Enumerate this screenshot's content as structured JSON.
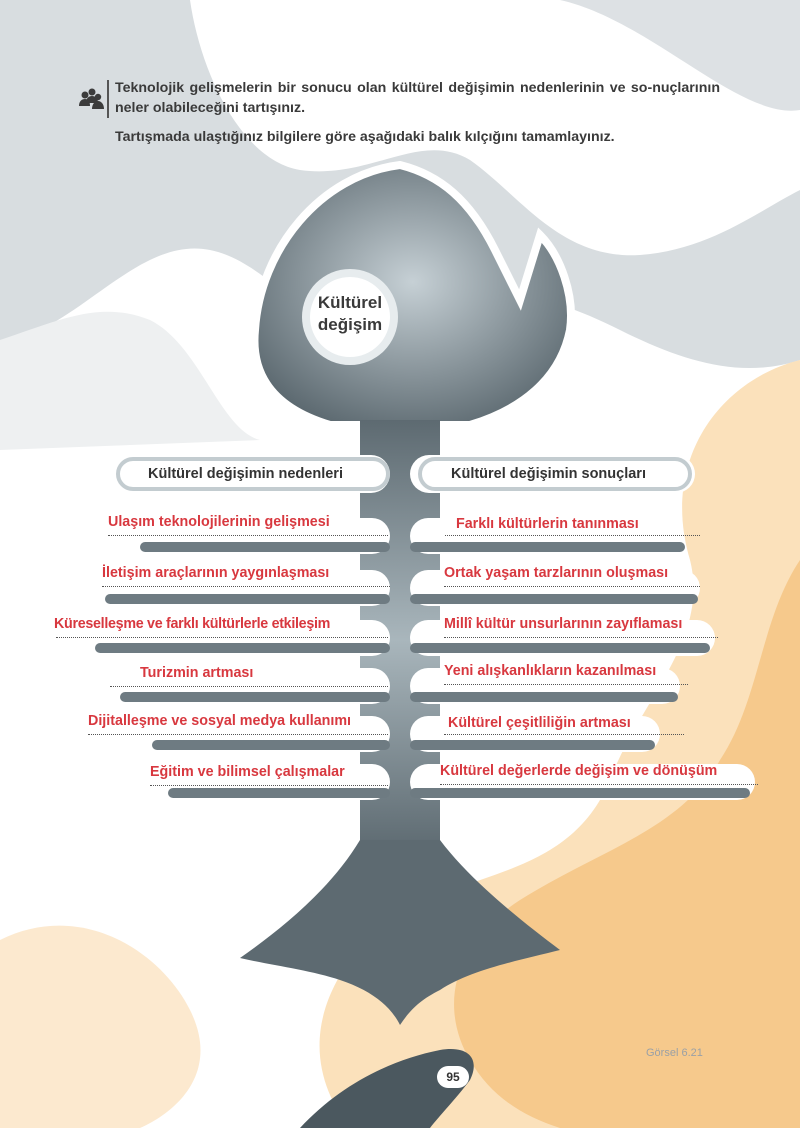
{
  "instructions": {
    "line1": "Teknolojik gelişmelerin bir sonucu olan kültürel değişimin nedenlerinin ve so-nuçlarının neler olabileceğini tartışınız.",
    "line2": "Tartışmada ulaştığınız bilgilere göre aşağıdaki balık kılçığını tamamlayınız."
  },
  "diagram": {
    "head_title_line1": "Kültürel",
    "head_title_line2": "değişim",
    "causes_label": "Kültürel değişimin nedenleri",
    "effects_label": "Kültürel değişimin sonuçları",
    "causes": [
      "Ulaşım teknolojilerinin gelişmesi",
      "İletişim araçlarının yaygınlaşması",
      "Küreselleşme ve farklı kültürlerle etkileşim",
      "Turizmin artması",
      "Dijitalleşme ve sosyal medya kullanımı",
      "Eğitim ve bilimsel çalışmalar"
    ],
    "effects": [
      "Farklı kültürlerin tanınması",
      "Ortak yaşam tarzlarının oluşması",
      "Millî kültür unsurlarının zayıflaması",
      "Yeni alışkanlıkların kazanılması",
      "Kültürel çeşitliliğin artması",
      "Kültürel değerlerde değişim ve dönüşüm"
    ]
  },
  "footer": {
    "caption": "Görsel 6.21",
    "page_number": "95"
  },
  "colors": {
    "answer_red": "#d8383f",
    "fish_gray": "#5f6c73",
    "peach": "#f6c98c",
    "light_gray_wave": "#d8dde0"
  },
  "icons": [
    "group-icon"
  ]
}
